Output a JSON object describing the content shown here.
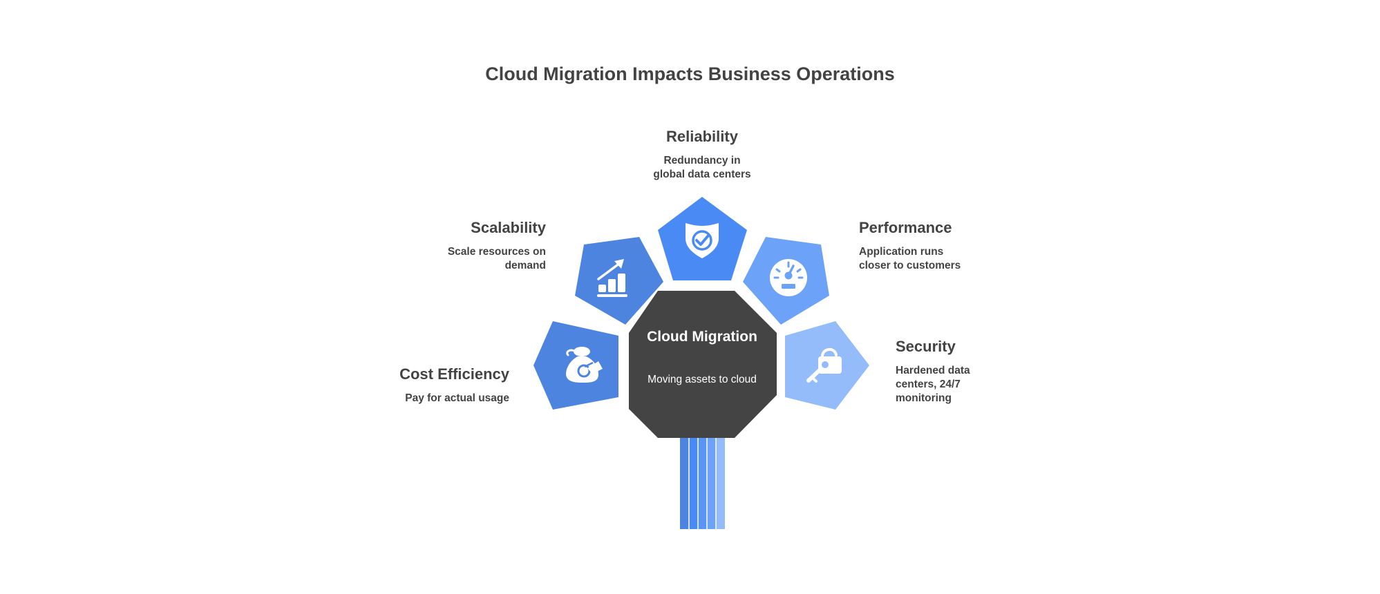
{
  "title": "Cloud Migration Impacts Business Operations",
  "center": {
    "title": "Cloud Migration",
    "description": "Moving assets to cloud",
    "color": "#444444"
  },
  "items": [
    {
      "title": "Reliability",
      "description": "Redundancy in global data centers",
      "icon": "shield-check-icon",
      "color": "#4A8AF4"
    },
    {
      "title": "Scalability",
      "description": "Scale resources on demand",
      "icon": "bar-chart-growth-icon",
      "color": "#4C84E0"
    },
    {
      "title": "Performance",
      "description": "Application runs closer to customers",
      "icon": "speedometer-icon",
      "color": "#6CA2F7"
    },
    {
      "title": "Cost Efficiency",
      "description": "Pay for actual usage",
      "icon": "money-bag-icon",
      "color": "#4C84E0"
    },
    {
      "title": "Security",
      "description": "Hardened data centers, 24/7 monitoring",
      "icon": "unlock-key-icon",
      "color": "#94BCFA"
    }
  ],
  "stem_colors": [
    "#4C84E0",
    "#4A8AF4",
    "#5A94F5",
    "#6CA2F7",
    "#94BCFA"
  ]
}
